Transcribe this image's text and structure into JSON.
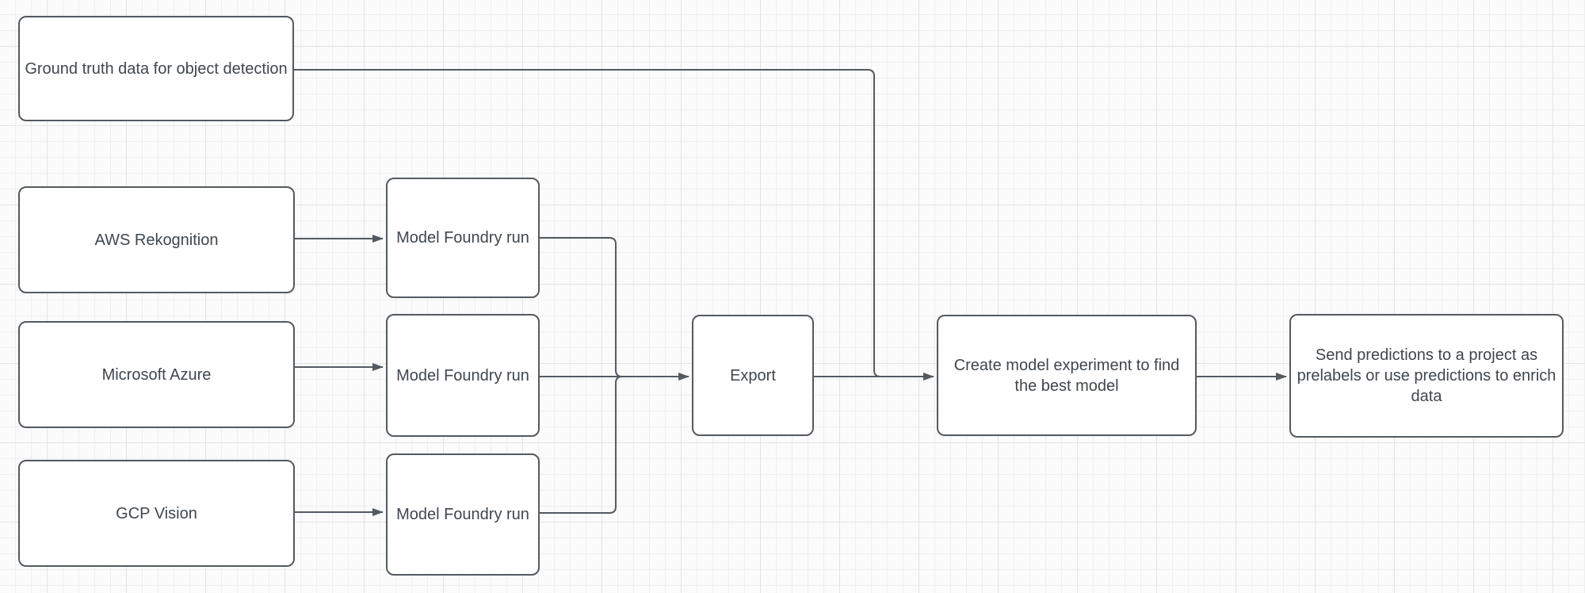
{
  "diagram": {
    "type": "flowchart",
    "colors": {
      "canvas_background": "#fbfbfb",
      "grid_minor": "#efefef",
      "grid_major": "#e3e3e3",
      "node_fill": "#ffffff",
      "node_border": "#545a61",
      "edge": "#545a61",
      "text": "#3f464e"
    },
    "nodes": [
      {
        "id": "ground-truth",
        "label": "Ground truth data for object detection"
      },
      {
        "id": "aws-rekognition",
        "label": "AWS Rekognition"
      },
      {
        "id": "microsoft-azure",
        "label": "Microsoft Azure"
      },
      {
        "id": "gcp-vision",
        "label": "GCP Vision"
      },
      {
        "id": "model-foundry-run-1",
        "label": "Model Foundry run"
      },
      {
        "id": "model-foundry-run-2",
        "label": "Model Foundry run"
      },
      {
        "id": "model-foundry-run-3",
        "label": "Model Foundry run"
      },
      {
        "id": "export",
        "label": "Export"
      },
      {
        "id": "create-experiment",
        "label": "Create model experiment to find the best model"
      },
      {
        "id": "send-predictions",
        "label": "Send predictions to a project as prelabels or use predictions to enrich data"
      }
    ],
    "edges": [
      {
        "from": "aws-rekognition",
        "to": "model-foundry-run-1",
        "arrow": true
      },
      {
        "from": "microsoft-azure",
        "to": "model-foundry-run-2",
        "arrow": true
      },
      {
        "from": "gcp-vision",
        "to": "model-foundry-run-3",
        "arrow": true
      },
      {
        "from": "model-foundry-run-1",
        "to": "export",
        "arrow": false
      },
      {
        "from": "model-foundry-run-2",
        "to": "export",
        "arrow": true
      },
      {
        "from": "model-foundry-run-3",
        "to": "export",
        "arrow": false
      },
      {
        "from": "export",
        "to": "create-experiment",
        "arrow": true
      },
      {
        "from": "ground-truth",
        "to": "create-experiment",
        "arrow": false
      },
      {
        "from": "create-experiment",
        "to": "send-predictions",
        "arrow": true
      }
    ]
  }
}
